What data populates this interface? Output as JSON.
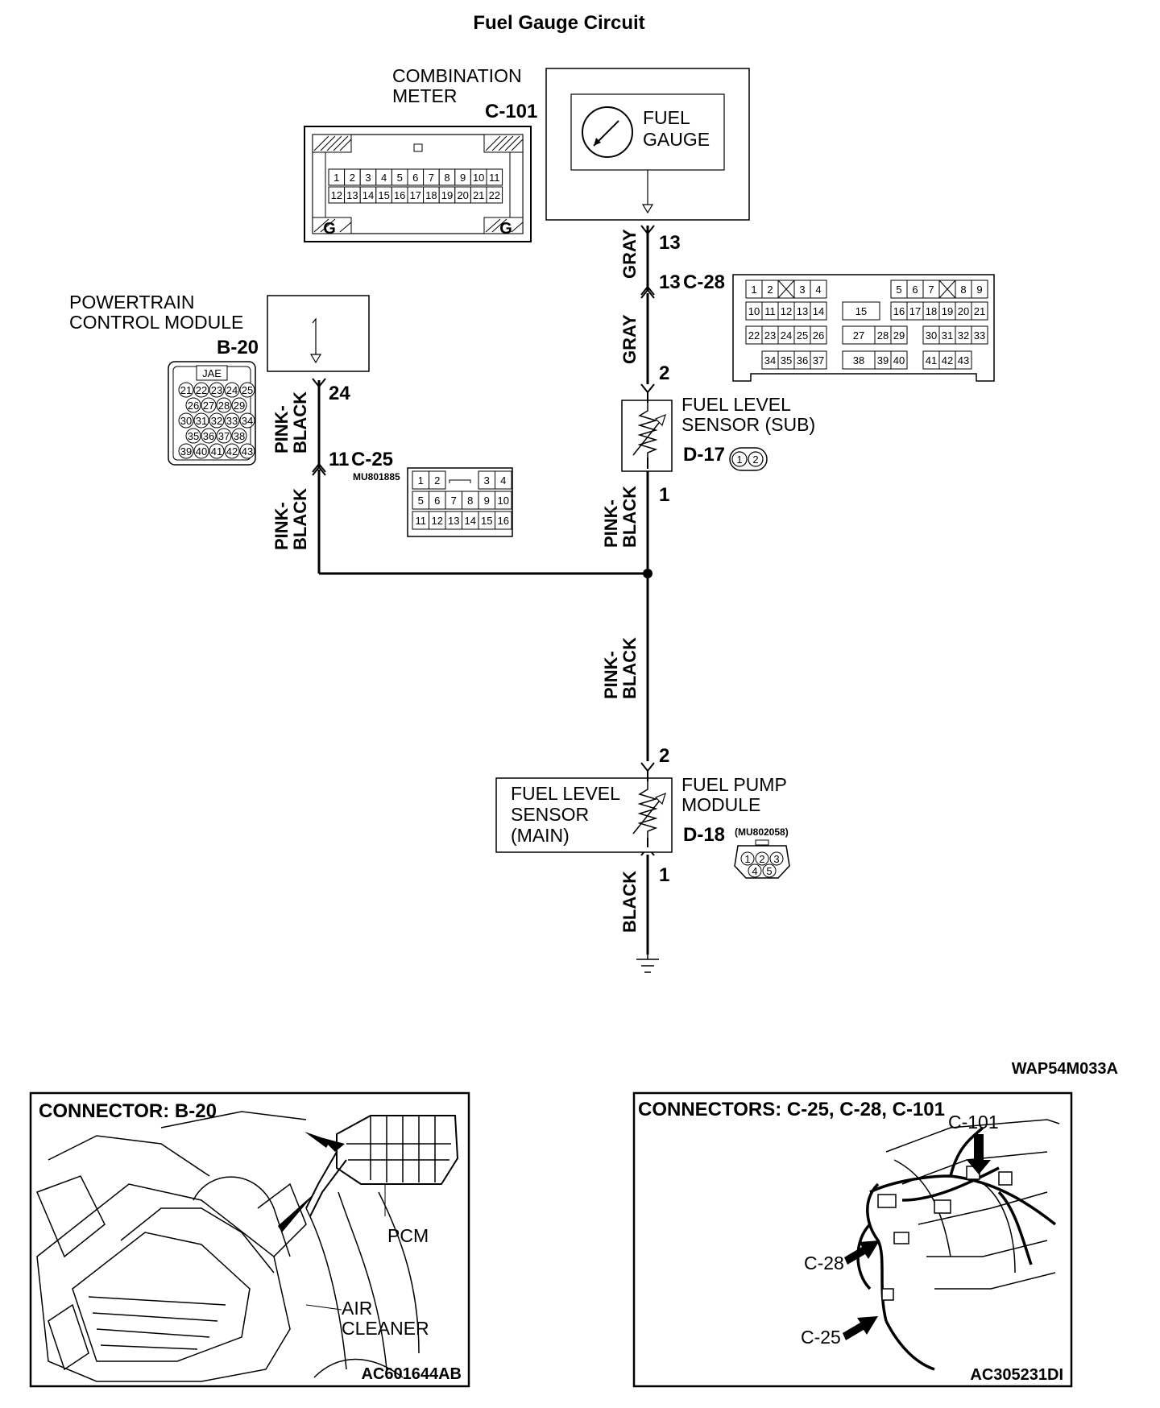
{
  "title": "Fuel Gauge Circuit",
  "combination_meter": {
    "label_line1": "COMBINATION",
    "label_line2": "METER",
    "connector_id": "C-101",
    "gauge_line1": "FUEL",
    "gauge_line2": "GAUGE",
    "pins_row1": [
      "1",
      "2",
      "3",
      "4",
      "5",
      "6",
      "7",
      "8",
      "9",
      "10",
      "11"
    ],
    "pins_row2": [
      "12",
      "13",
      "14",
      "15",
      "16",
      "17",
      "18",
      "19",
      "20",
      "21",
      "22"
    ],
    "ground_mark": "G",
    "output_pin": "13"
  },
  "c28": {
    "pin_label": "13",
    "connector_id": "C-28",
    "row1": [
      "1",
      "2",
      "",
      "3",
      "4",
      "5",
      "6",
      "7",
      "",
      "8",
      "9"
    ],
    "row2": [
      "10",
      "11",
      "12",
      "13",
      "14",
      "15",
      "16",
      "17",
      "18",
      "19",
      "20",
      "21"
    ],
    "row3": [
      "22",
      "23",
      "24",
      "25",
      "26",
      "27",
      "28",
      "29",
      "30",
      "31",
      "32",
      "33"
    ],
    "row4": [
      "34",
      "35",
      "36",
      "37",
      "38",
      "39",
      "40",
      "41",
      "42",
      "43"
    ]
  },
  "pcm": {
    "label_line1": "POWERTRAIN",
    "label_line2": "CONTROL MODULE",
    "connector_id": "B-20",
    "maker": "JAE",
    "pins_row1": [
      "21",
      "22",
      "23",
      "24",
      "25"
    ],
    "pins_row2": [
      "26",
      "27",
      "28",
      "29"
    ],
    "pins_row3": [
      "30",
      "31",
      "32",
      "33",
      "34"
    ],
    "pins_row4": [
      "35",
      "36",
      "37",
      "38"
    ],
    "pins_row5": [
      "39",
      "40",
      "41",
      "42",
      "43"
    ],
    "output_pin": "24"
  },
  "c25": {
    "pin_label": "11",
    "connector_id": "C-25",
    "part_no": "MU801885",
    "row1": [
      "1",
      "2",
      "3",
      "4"
    ],
    "row2": [
      "5",
      "6",
      "7",
      "8",
      "9",
      "10"
    ],
    "row3": [
      "11",
      "12",
      "13",
      "14",
      "15",
      "16"
    ]
  },
  "sub_sensor": {
    "label_line1": "FUEL LEVEL",
    "label_line2": "SENSOR (SUB)",
    "connector_id": "D-17",
    "pin_top": "2",
    "pin_bottom": "1",
    "pins": [
      "1",
      "2"
    ]
  },
  "main_sensor": {
    "label_line1": "FUEL LEVEL",
    "label_line2": "SENSOR",
    "label_line3": "(MAIN)",
    "module_line1": "FUEL PUMP",
    "module_line2": "MODULE",
    "connector_id": "D-18",
    "part_no": "(MU802058)",
    "pin_top": "2",
    "pin_bottom": "1",
    "pins": [
      "1",
      "2",
      "3",
      "4",
      "5"
    ]
  },
  "wires": {
    "gray": "GRAY",
    "pink_1": "PINK-",
    "pink_2": "BLACK",
    "black": "BLACK"
  },
  "figure_code": "WAP54M033A",
  "panel_left": {
    "heading": "CONNECTOR: B-20",
    "callout_pcm": "PCM",
    "callout_air_1": "AIR",
    "callout_air_2": "CLEANER",
    "figure_code": "AC601644AB"
  },
  "panel_right": {
    "heading": "CONNECTORS: C-25, C-28, C-101",
    "callout_c101": "C-101",
    "callout_c28": "C-28",
    "callout_c25": "C-25",
    "figure_code": "AC305231DI"
  }
}
